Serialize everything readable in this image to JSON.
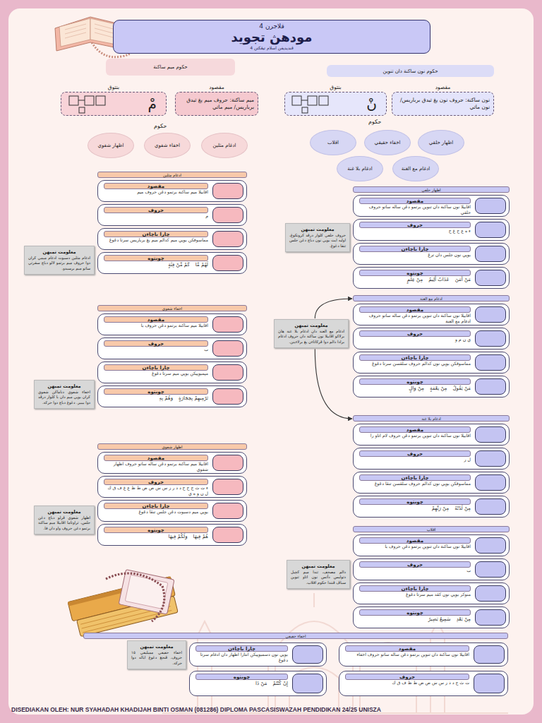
{
  "diagram": {
    "nodes": [
      {
        "text": [
          "قلاجرن 4",
          "مودهڽ تجويد",
          "ڤنديديقن اسلام تيڠكتن 4"
        ]
      },
      {
        "text": [
          "حكوم ميم ساكنة"
        ]
      },
      {
        "text": [
          "حكوم نون ساكنة دان تنوين"
        ]
      },
      {
        "text": [
          "مقصود",
          "ميم ساكنة: حروف ميم يڠ تيدق برباريس/ ميم ماتي"
        ]
      },
      {
        "text": [
          "بنتوق",
          "مْ"
        ]
      },
      {
        "text": [
          "مقصود",
          "نون ساكنة: حروف نون يڠ تيدق برباريس/ نون ماتي"
        ]
      },
      {
        "text": [
          "بنتوق",
          "نْ"
        ]
      },
      {
        "text": [
          "ادغام مثلين"
        ]
      },
      {
        "text": [
          "اخفاء شفوي"
        ]
      },
      {
        "text": [
          "اظهار شفوي"
        ]
      },
      {
        "text": [
          "اظهار حلقي"
        ]
      },
      {
        "text": [
          "اخفاء حقيقي"
        ]
      },
      {
        "text": [
          "اقلاب"
        ]
      },
      {
        "text": [
          "ادغام مع الغنة"
        ]
      },
      {
        "text": [
          "ادغام بلا غنة"
        ]
      },
      {
        "text": [
          "ادغام مثلين"
        ]
      },
      {
        "text": [
          "مقصود",
          "اڤابيلا ميم ساكنة برتمو دڠن حروف ميم"
        ],
        "in": 15
      },
      {
        "text": [
          "حروف",
          "م"
        ],
        "in": 15
      },
      {
        "text": [
          "چارا باچاءن",
          "مماسوقكن بوڽي ميم كدالم ميم يڠ برباريس سرتا دڠوڠ"
        ],
        "in": 15
      },
      {
        "text": [
          "چونتوه",
          "لَهُمْ مَّا",
          "كَمْ مِّنْ فِئَةٍ"
        ],
        "in": 15
      },
      {
        "text": [
          "اخفاء شفوي"
        ]
      },
      {
        "text": [
          "مقصود",
          "اڤابيلا ميم ساكنة برتمو دڠن حروف با"
        ],
        "in": 20
      },
      {
        "text": [
          "حروف",
          "ب"
        ],
        "in": 20
      },
      {
        "text": [
          "چارا باچاءن",
          "مڽمبوڽيكن بوڽي ميم سرتا دڠوڠ"
        ],
        "in": 20
      },
      {
        "text": [
          "چونتوه",
          "تَرْمِيهِمْ بِحِجَارَةٍ",
          "وَهُمْ بِهِ"
        ],
        "in": 20
      },
      {
        "text": [
          "اظهار شفوي"
        ]
      },
      {
        "text": [
          "مقصود",
          "اڤابيلا ميم ساكنة برتمو دڠن ساله ساتو حروف اظهار شفوي"
        ],
        "in": 25
      },
      {
        "text": [
          "حروف",
          "ء ت ث ج ح خ د ذ ر ز س ش ص ض ط ظ ع غ ف ق ك ل ن و ه ي"
        ],
        "in": 25
      },
      {
        "text": [
          "چارا باچاءن",
          "بوڽي ميم دسبوت دڠن جلس تنڤا دڠوڠ"
        ],
        "in": 25
      },
      {
        "text": [
          "چونتوه",
          "هُمْ فِيهَا",
          "وَلَكُمْ فِيهَا"
        ],
        "in": 25
      },
      {
        "text": [
          "اظهار حلقي"
        ]
      },
      {
        "text": [
          "مقصود",
          "اڤابيلا نون ساكنة دان تنوين برتمو دڠن ساله ساتو حروف حلقي"
        ],
        "in": 30
      },
      {
        "text": [
          "حروف",
          "ء ه ع ح غ خ"
        ],
        "in": 30
      },
      {
        "text": [
          "چارا باچاءن",
          "بوڽي نون جلس دان ترڠ"
        ],
        "in": 30
      },
      {
        "text": [
          "چونتوه",
          "مَنْ آمَنَ",
          "عَذَابٌ أَلِيمٌ",
          "مِنْ عِلْمٍ"
        ],
        "in": 30
      },
      {
        "text": [
          "ادغام مع الغنة"
        ]
      },
      {
        "text": [
          "مقصود",
          "اڤابيلا نون ساكنة دان تنوين برتمو دڠن ساله ساتو حروف ادغام مع الغنة"
        ],
        "in": 35
      },
      {
        "text": [
          "حروف",
          "ي ن م و"
        ],
        "in": 35
      },
      {
        "text": [
          "چارا باچاءن",
          "مماسوقكن بوڽي نون كدالم حروف سلڤسڽ سرتا دڠوڠ"
        ],
        "in": 35
      },
      {
        "text": [
          "چونتوه",
          "مَنْ يَقُولُ",
          "مِنْ نِعْمَةٍ",
          "مِنْ وَالٍ"
        ],
        "in": 35
      },
      {
        "text": [
          "ادغام بلا غنة"
        ]
      },
      {
        "text": [
          "مقصود",
          "اڤابيلا نون ساكنة دان تنوين برتمو دڠن حروف لام اتاو را"
        ],
        "in": 40
      },
      {
        "text": [
          "حروف",
          "ل ر"
        ],
        "in": 40
      },
      {
        "text": [
          "چارا باچاءن",
          "مماسوقكن بوڽي نون كدالم حروف سلڤسڽ تنڤا دڠوڠ"
        ],
        "in": 40
      },
      {
        "text": [
          "چونتوه",
          "مِنْ لَدُنْهُ",
          "مِنْ رَبِّهِمْ"
        ],
        "in": 40
      },
      {
        "text": [
          "اقلاب"
        ]
      },
      {
        "text": [
          "مقصود",
          "اڤابيلا نون ساكنة دان تنوين برتمو دڠن حروف با"
        ],
        "in": 45
      },
      {
        "text": [
          "حروف",
          "ب"
        ],
        "in": 45
      },
      {
        "text": [
          "چارا باچاءن",
          "منوكر بوڽي نون كڤد ميم سرتا دڠوڠ"
        ],
        "in": 45
      },
      {
        "text": [
          "چونتوه",
          "مِنْ بَعْدِ",
          "سَمِيعٌ بَصِيرٌ"
        ],
        "in": 45
      },
      {
        "text": [
          "اخفاء حقيقي"
        ]
      },
      {
        "text": [
          "مقصود",
          "اڤابيلا نون ساكنة دان تنوين برتمو دڠن ساله ساتو حروف اخفاء"
        ],
        "in": 50
      },
      {
        "text": [
          "حروف",
          "ت ث ج د ذ ز س ش ص ض ط ظ ف ق ك"
        ],
        "in": 50
      },
      {
        "text": [
          "چارا باچاءن",
          "بوڽي نون دسمبوڽيكن انتارا اظهار دان ادغام سرتا دڠوڠ"
        ],
        "in": 50
      },
      {
        "text": [
          "چونتوه",
          "إِنْ كُنْتُمْ",
          "مَنْ ذَا"
        ],
        "in": 50
      },
      {
        "text": [
          "معلومت تمبهن",
          "ادغام مثلين دسبوت ادغام ميمي كران دوا حروف ميم برتمو لالو دباچ سڤرتي ساتو ميم برسبدو."
        ]
      },
      {
        "text": [
          "معلومت تمبهن",
          "اخفاء شفوي دناماكن شفوي كران بوڽي ميم دان با كلوار درڤد دوا بيبير. دڠوڠ دباچ دوا حركة."
        ]
      },
      {
        "text": [
          "معلومت تمبهن",
          "اظهار شفوي ڤرلو دباچ دڠن جلس، تراوتاما اڤابيلا ميم ساكنة برتمو دڠن حروف واو دان فا."
        ]
      },
      {
        "text": [
          "معلومت تمبهن",
          "حروف حلقي كلوار درڤد كرونكوڠ، اوليه ايت بوڽي نون دباچ دڠن جلس تنڤا دڠوڠ."
        ]
      },
      {
        "text": [
          "معلومت تمبهن",
          "ادغام مع الغنة دان ادغام بلا غنة هاڽ برلاكو اڤابيلا نون ساكنة دان حروف ادغام برادا دالم دوا ڤركاتاءن يڠ برلاءينن."
        ]
      },
      {
        "text": [
          "معلومت تمبهن",
          "دالم مصحف، تندا ميم كچيل دتوليس دأتس نون اتاو تنوين سباڤ ڤنندا حكوم اقلاب."
        ]
      },
      {
        "text": [
          "معلومت تمبهن",
          "اخفاء حقيقي مميليقي ١٥ حروف. ڤنجڠ دڠوڠ اياله دوا حركة."
        ]
      }
    ],
    "edges": [
      {
        "from": 59,
        "to": 35,
        "arrow": "to"
      },
      {
        "from": 59,
        "to": 40,
        "arrow": "to"
      }
    ],
    "labels": [
      "حكوم",
      "حكوم",
      "DISEDIAKAN OLEH: NUR SYAHADAH KHADIJAH BINTI OSMAN (081286) DIPLOMA PASCASISWAZAH PENDIDIKAN 24/25 UNISZA"
    ]
  }
}
